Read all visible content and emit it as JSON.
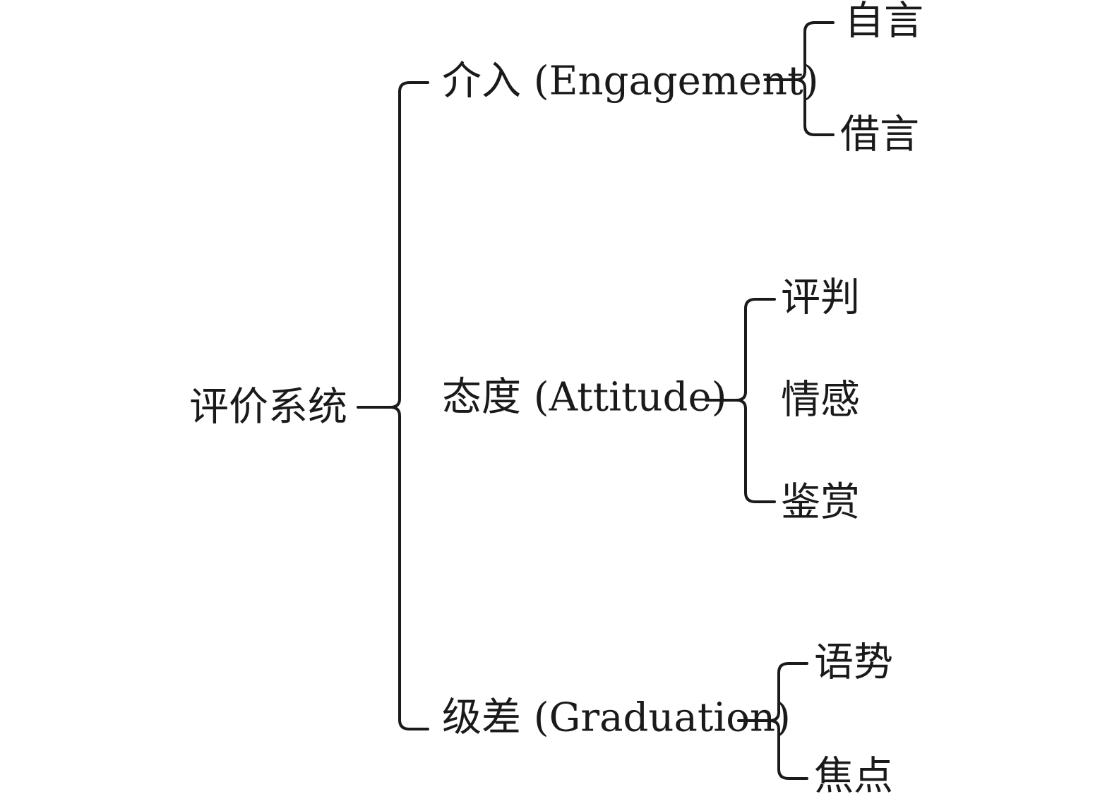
{
  "root": {
    "label": "评价系统"
  },
  "branches": [
    {
      "label": "介入 (Engagement)",
      "children": [
        "自言",
        "借言"
      ]
    },
    {
      "label": "态度 (Attitude)",
      "children": [
        "评判",
        "情感",
        "鉴赏"
      ]
    },
    {
      "label": "级差 (Graduation)",
      "children": [
        "语势",
        "焦点"
      ]
    }
  ]
}
